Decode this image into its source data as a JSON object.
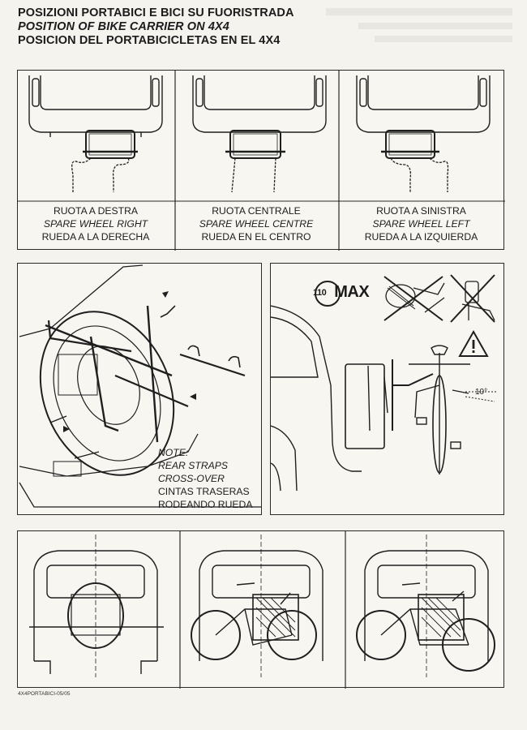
{
  "header": {
    "title_it": "POSIZIONI PORTABICI E BICI SU FUORISTRADA",
    "title_en": "POSITION OF BIKE CARRIER ON 4X4",
    "title_es": "POSICION DEL PORTABICICLETAS EN EL 4X4"
  },
  "positions": [
    {
      "it": "RUOTA A DESTRA",
      "en": "SPARE WHEEL RIGHT",
      "es": "RUEDA A LA DERECHA"
    },
    {
      "it": "RUOTA CENTRALE",
      "en": "SPARE WHEEL CENTRE",
      "es": "RUEDA EN EL CENTRO"
    },
    {
      "it": "RUOTA A SINISTRA",
      "en": "SPARE WHEEL LEFT",
      "es": "RUEDA A LA IZQUIERDA"
    }
  ],
  "note": {
    "title": "NOTE:",
    "line1": "REAR STRAPS",
    "line2": "CROSS-OVER",
    "line3": "CINTAS TRASERAS",
    "line4": "RODEANDO RUEDA"
  },
  "load": {
    "badge_number": "110",
    "badge_suffix": "MAX",
    "angle_label": "10°"
  },
  "footer": {
    "code": "4X4PORTABICI-05/05"
  }
}
